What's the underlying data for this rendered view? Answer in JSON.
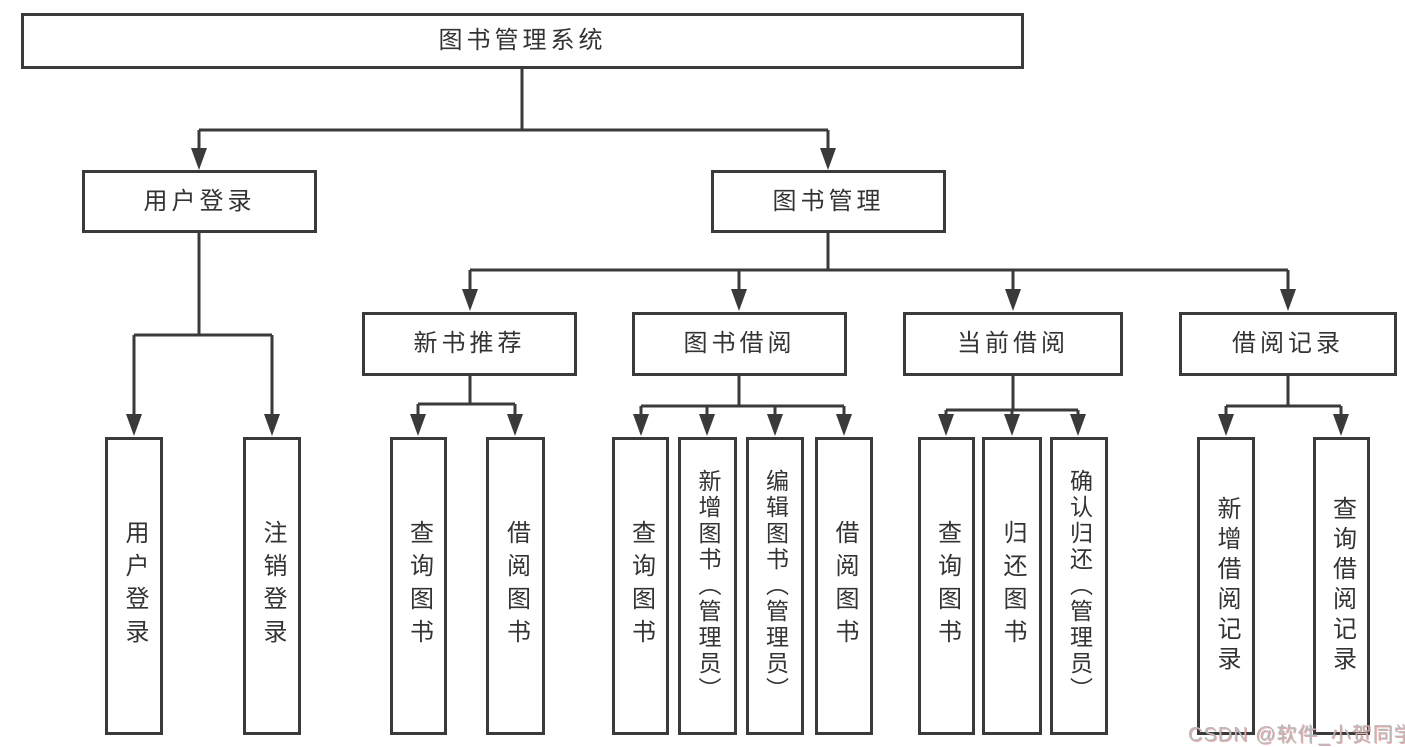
{
  "diagram": {
    "root": {
      "label": "图书管理系统"
    },
    "level2": [
      {
        "id": "user-login",
        "label": "用户登录"
      },
      {
        "id": "book-management",
        "label": "图书管理"
      }
    ],
    "level3": [
      {
        "id": "new-book-recommend",
        "label": "新书推荐",
        "parent": "图书管理"
      },
      {
        "id": "book-borrow",
        "label": "图书借阅",
        "parent": "图书管理"
      },
      {
        "id": "current-borrow",
        "label": "当前借阅",
        "parent": "图书管理"
      },
      {
        "id": "borrow-records",
        "label": "借阅记录",
        "parent": "图书管理"
      }
    ],
    "leaves": [
      {
        "label": "用户登录",
        "parent": "用户登录"
      },
      {
        "label": "注销登录",
        "parent": "用户登录"
      },
      {
        "label": "查询图书",
        "parent": "新书推荐"
      },
      {
        "label": "借阅图书",
        "parent": "新书推荐"
      },
      {
        "label": "查询图书",
        "parent": "图书借阅"
      },
      {
        "label": "新增图书（管理员）",
        "parent": "图书借阅"
      },
      {
        "label": "编辑图书（管理员）",
        "parent": "图书借阅"
      },
      {
        "label": "借阅图书",
        "parent": "图书借阅"
      },
      {
        "label": "查询图书",
        "parent": "当前借阅"
      },
      {
        "label": "归还图书",
        "parent": "当前借阅"
      },
      {
        "label": "确认归还（管理员）",
        "parent": "当前借阅"
      },
      {
        "label": "新增借阅记录",
        "parent": "借阅记录"
      },
      {
        "label": "查询借阅记录",
        "parent": "借阅记录"
      }
    ]
  },
  "watermark": {
    "text": "CSDN @软件_小贺同学"
  },
  "colors": {
    "line": "#3a3a3a",
    "box_background": "#ffffff",
    "label_text": "#333333",
    "watermark_text": "#b9b9b9",
    "watermark_accent": "#cc4444"
  }
}
